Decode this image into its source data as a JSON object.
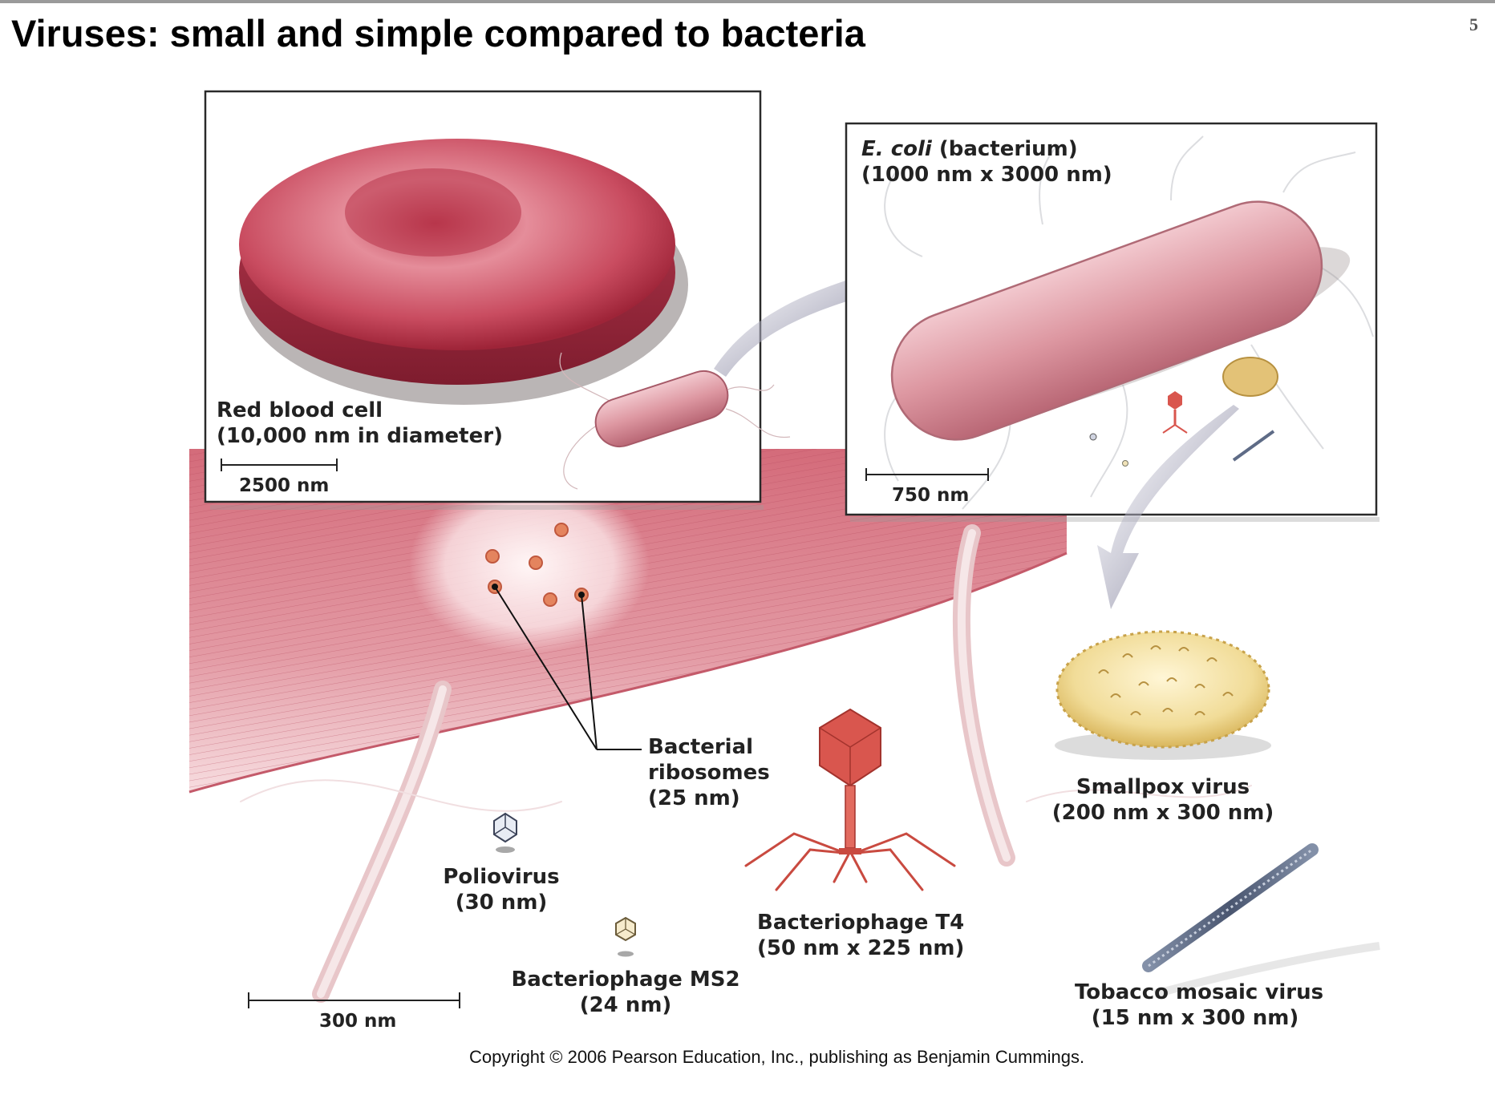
{
  "slide": {
    "title": "Viruses: small and simple compared to bacteria",
    "page_number": "5",
    "copyright": "Copyright © 2006 Pearson Education, Inc., publishing as Benjamin Cummings."
  },
  "inset_rbc": {
    "label_line1": "Red blood cell",
    "label_line2": "(10,000 nm in diameter)",
    "scale_label": "2500 nm"
  },
  "inset_ecoli": {
    "label_name": "E. coli",
    "label_kind": "(bacterium)",
    "label_size": "(1000 nm x 3000 nm)",
    "scale_label": "750 nm"
  },
  "main_view": {
    "scale_label": "300 nm",
    "ribosomes": {
      "line1": "Bacterial",
      "line2": "ribosomes",
      "line3": "(25 nm)"
    },
    "poliovirus": {
      "line1": "Poliovirus",
      "line2": "(30 nm)"
    },
    "ms2": {
      "line1": "Bacteriophage MS2",
      "line2": "(24 nm)"
    },
    "t4": {
      "line1": "Bacteriophage T4",
      "line2": "(50 nm x 225 nm)"
    },
    "smallpox": {
      "line1": "Smallpox virus",
      "line2": "(200 nm x 300 nm)"
    },
    "tmv": {
      "line1": "Tobacco mosaic virus",
      "line2": "(15 nm x 300 nm)"
    }
  },
  "colors": {
    "bacterium": "#d98a95",
    "red_blood_cell": "#c8485c",
    "smallpox": "#ecd689",
    "t4_phage": "#d9564e",
    "tmv": "#5e6b86",
    "arrow": "#7d7c98"
  }
}
